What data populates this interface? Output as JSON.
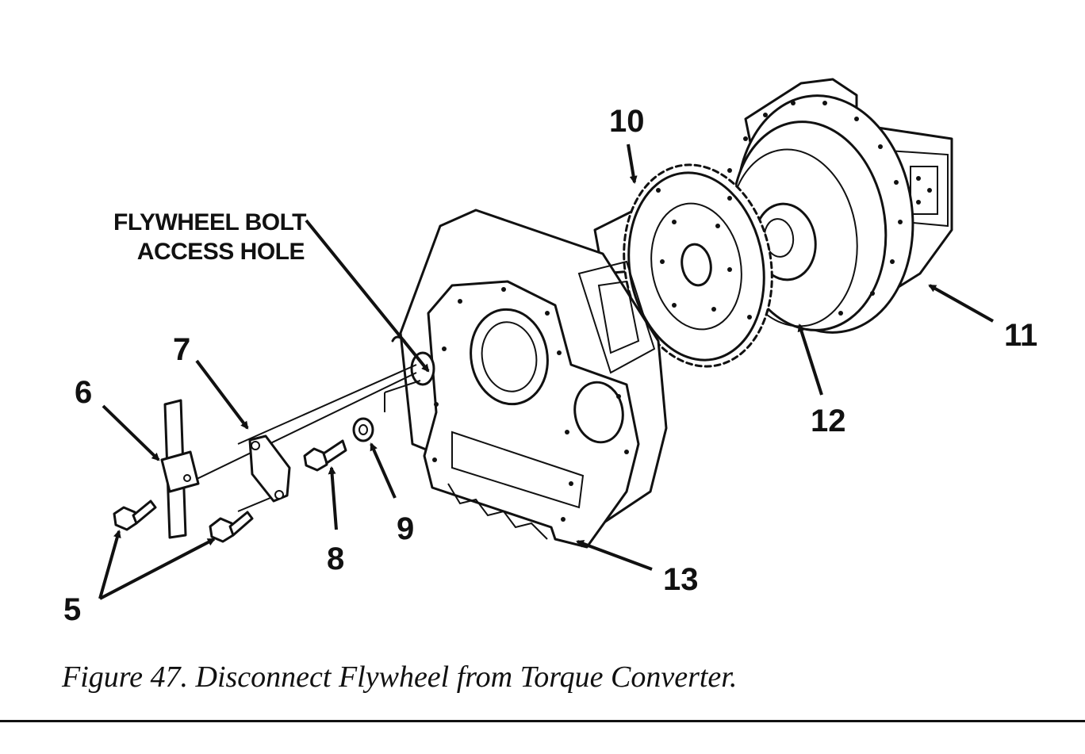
{
  "diagram": {
    "callouts": {
      "n5": "5",
      "n6": "6",
      "n7": "7",
      "n8": "8",
      "n9": "9",
      "n10": "10",
      "n11": "11",
      "n12": "12",
      "n13": "13"
    },
    "access_hole_label": {
      "line1": "FLYWHEEL BOLT",
      "line2": "ACCESS HOLE"
    }
  },
  "caption": "Figure 47.  Disconnect Flywheel from Torque Converter."
}
